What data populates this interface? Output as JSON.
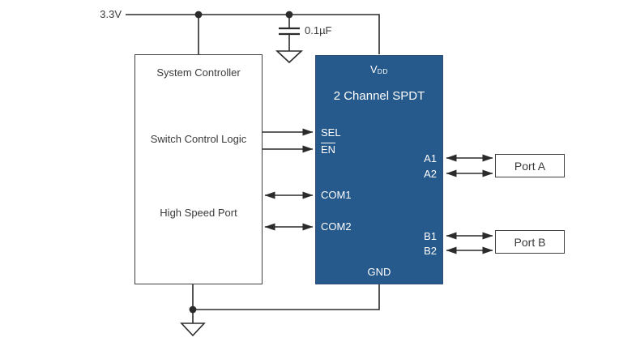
{
  "colors": {
    "block-blue": "#26598C",
    "wire": "#2b2b2b",
    "text-dark": "#3a3a3a",
    "text-light": "#ffffff"
  },
  "power": {
    "rail_label": "3.3V",
    "capacitor_label": "0.1µF"
  },
  "system_controller": {
    "title": "System Controller",
    "sections": [
      "Switch Control Logic",
      "High Speed Port"
    ]
  },
  "switch_ic": {
    "vdd_main": "V",
    "vdd_sub": "DD",
    "title": "2 Channel SPDT",
    "pins_left": [
      "SEL",
      "EN",
      "COM1",
      "COM2"
    ],
    "pins_right": [
      "A1",
      "A2",
      "B1",
      "B2"
    ],
    "gnd": "GND"
  },
  "ports": {
    "a": "Port A",
    "b": "Port B"
  }
}
